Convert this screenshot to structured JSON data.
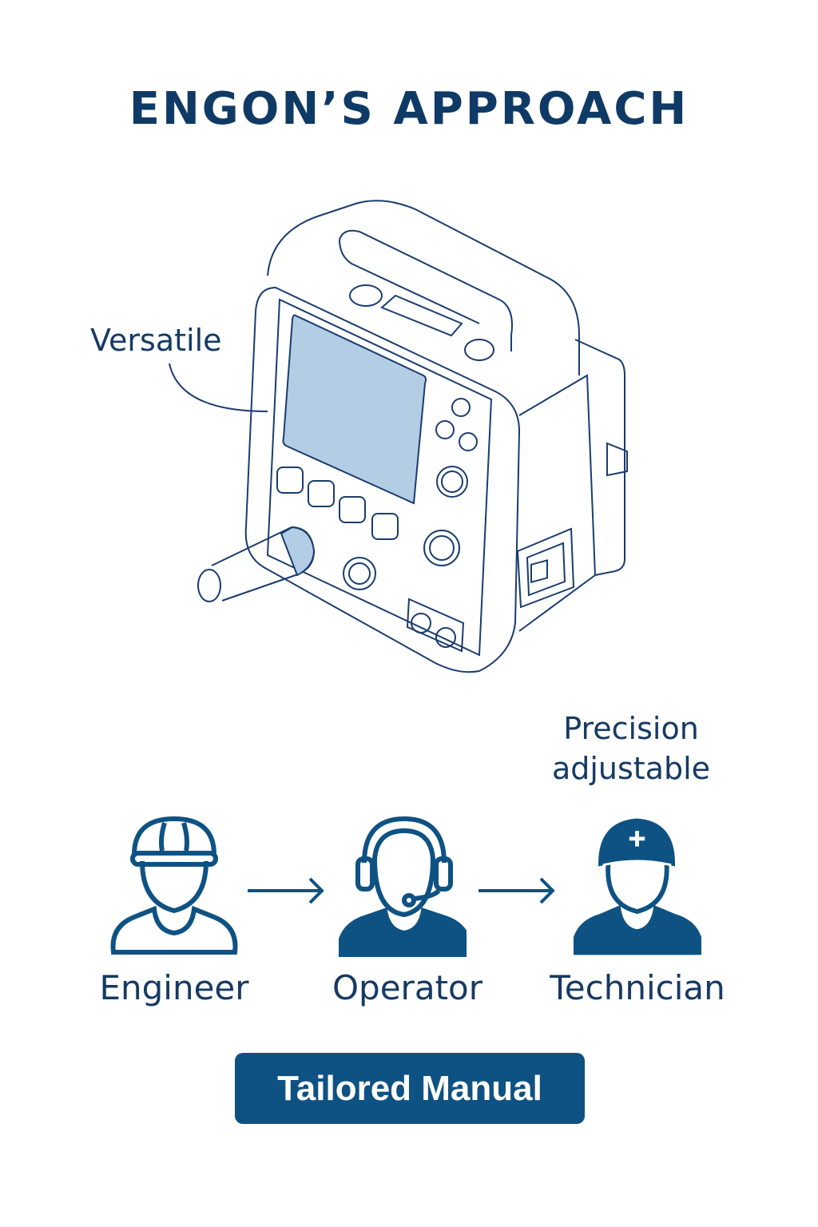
{
  "title": "ENGON’S APPROACH",
  "callouts": {
    "versatile": "Versatile",
    "precision_line1": "Precision",
    "precision_line2": "adjustable"
  },
  "roles": [
    {
      "label": "Engineer",
      "icon": "engineer-hardhat-icon"
    },
    {
      "label": "Operator",
      "icon": "operator-headset-icon"
    },
    {
      "label": "Technician",
      "icon": "technician-cap-icon"
    }
  ],
  "button": {
    "label": "Tailored Manual"
  },
  "colors": {
    "primary": "#0e5283",
    "text": "#163a63",
    "screen": "#b3cde4"
  }
}
